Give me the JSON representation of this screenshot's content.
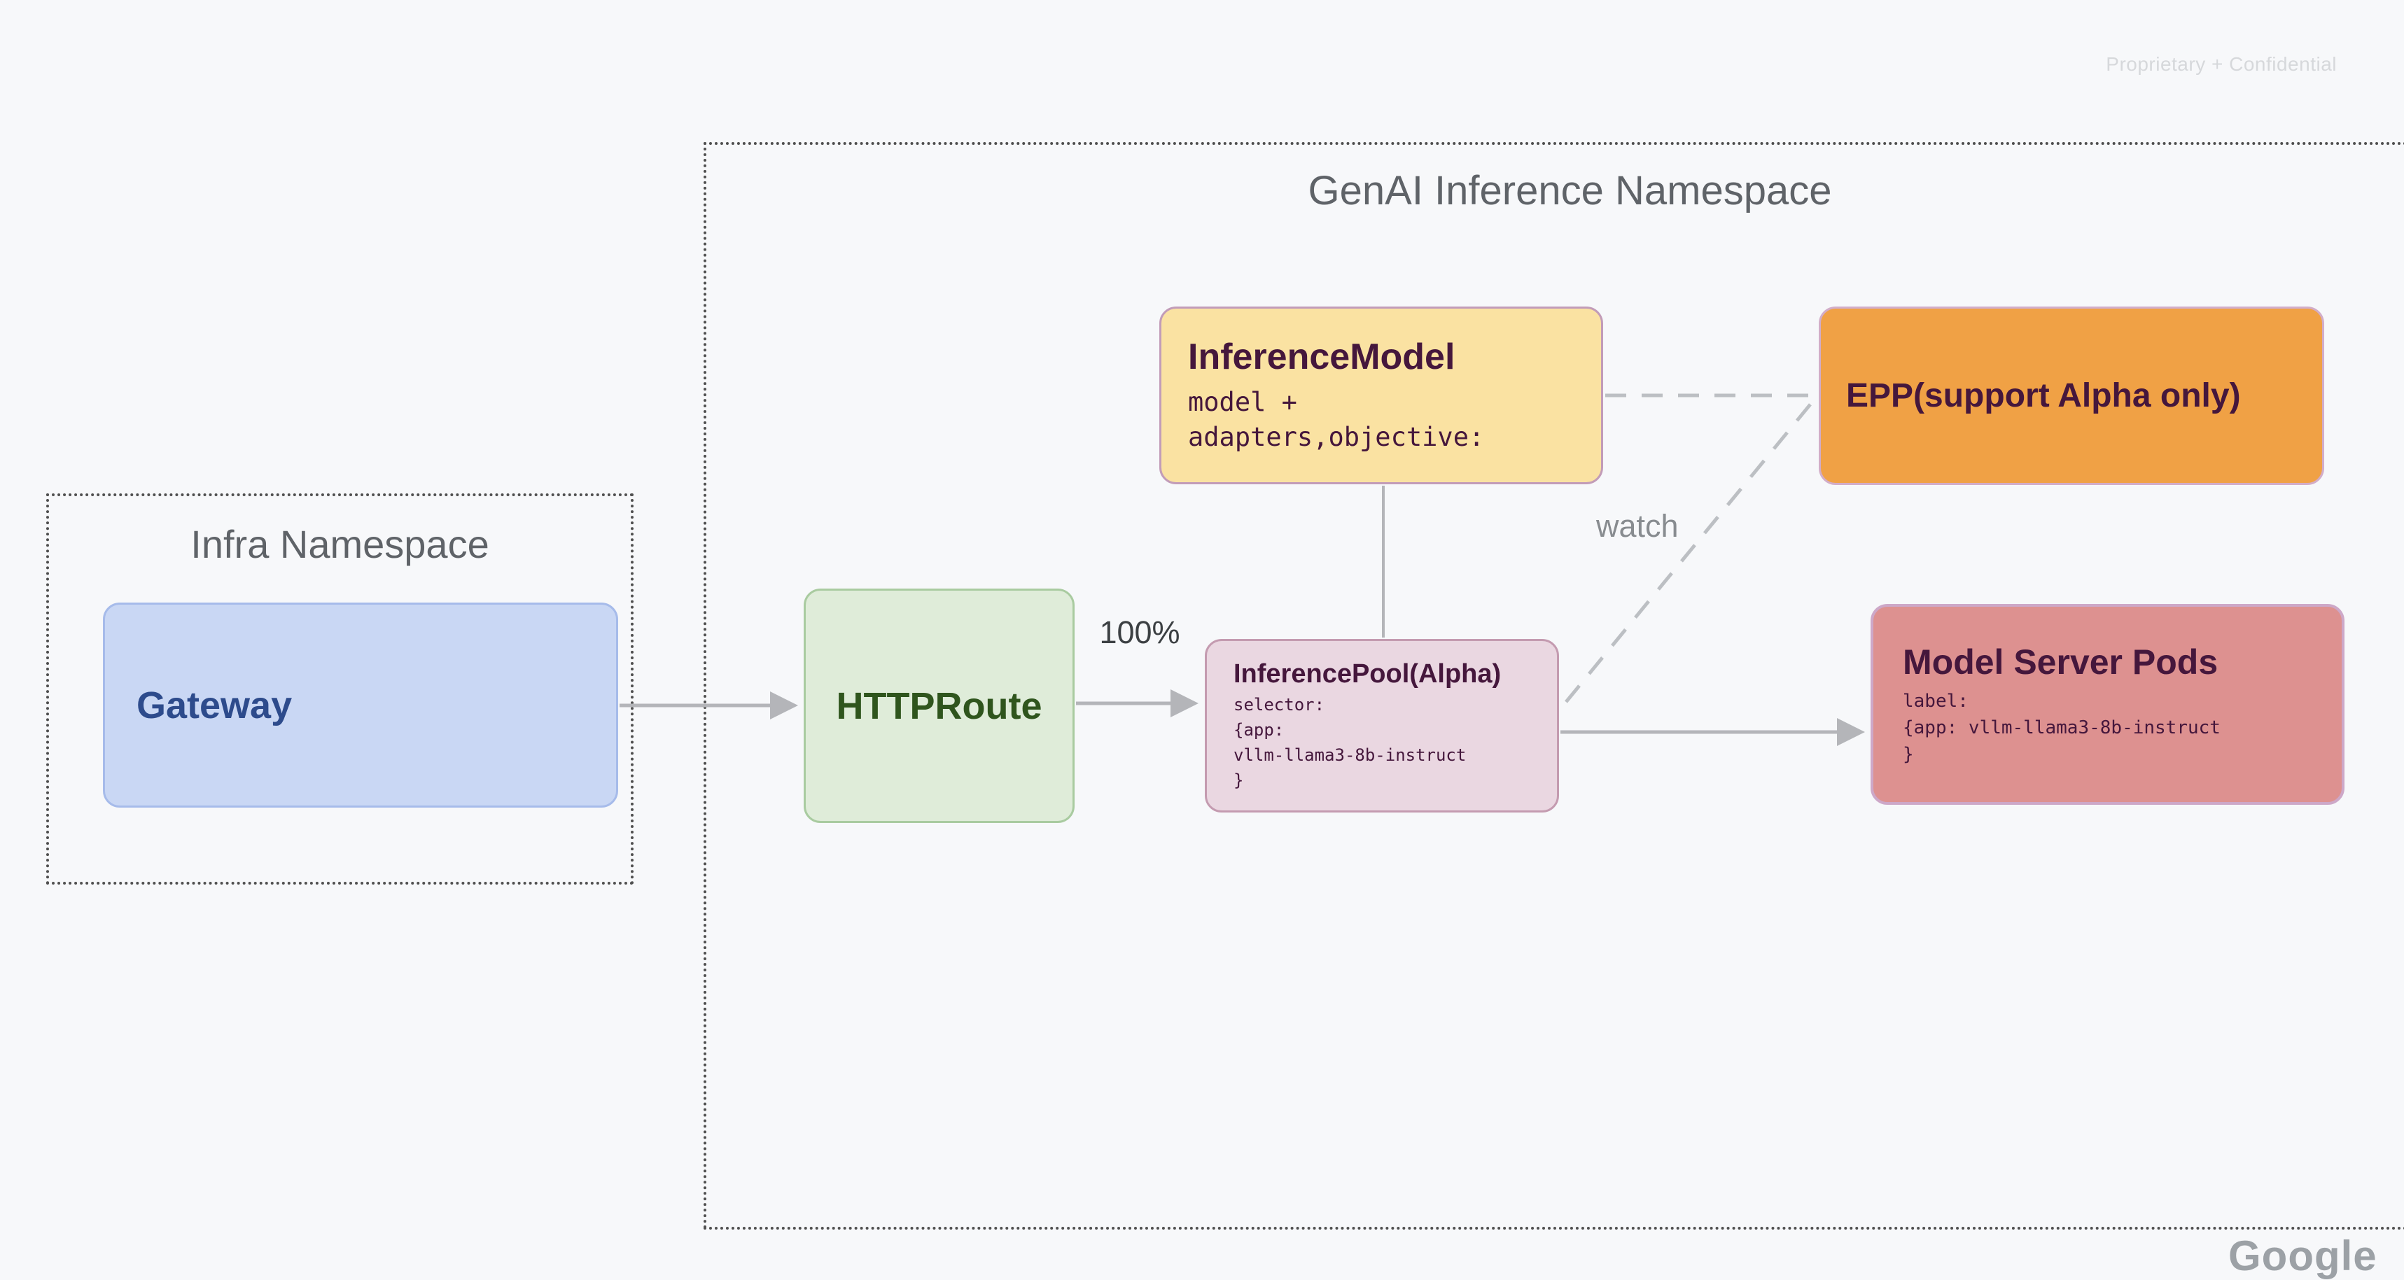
{
  "page": {
    "watermark": "Proprietary + Confidential",
    "partial_logo": "Google",
    "background": "#F7F8FA"
  },
  "namespaces": {
    "genai": {
      "title": "GenAI Inference Namespace"
    },
    "infra": {
      "title": "Infra Namespace"
    }
  },
  "nodes": {
    "gateway": {
      "title": "Gateway",
      "fill": "#C9D7F4",
      "border": "#A6BBEA",
      "text_color": "#2D4B8C"
    },
    "httproute": {
      "title": "HTTPRoute",
      "fill": "#DFECD9",
      "border": "#A9CBA0",
      "text_color": "#2F551D"
    },
    "inference_model": {
      "title": "InferenceModel",
      "body": "model +\nadapters,objective:",
      "fill": "#FAE2A2",
      "border": "#C29CB8",
      "text_color": "#45173C"
    },
    "epp": {
      "title": "EPP(support Alpha only)",
      "fill": "#F0A145",
      "border": "#D2ADC8",
      "text_color": "#45173C"
    },
    "inference_pool": {
      "title": "InferencePool(Alpha)",
      "body": "selector:\n{app:\nvllm-llama3-8b-instruct\n}",
      "fill": "#EAD7E1",
      "border": "#C49BB0",
      "text_color": "#45173C"
    },
    "model_server_pods": {
      "title": "Model Server Pods",
      "body": "label:\n{app: vllm-llama3-8b-instruct\n}",
      "fill": "#DD9190",
      "border": "#CDA8C8",
      "text_color": "#45173C"
    }
  },
  "edges": {
    "solid_color": "#B4B5B9",
    "dashed_color": "#BCBFC3",
    "gateway_to_httproute": {
      "type": "arrow"
    },
    "httproute_to_pool": {
      "type": "arrow",
      "label": "100%"
    },
    "model_to_pool": {
      "type": "line"
    },
    "model_to_epp": {
      "type": "dashed"
    },
    "pool_to_epp": {
      "type": "dashed",
      "label": "watch"
    },
    "pool_to_pods": {
      "type": "arrow"
    }
  }
}
